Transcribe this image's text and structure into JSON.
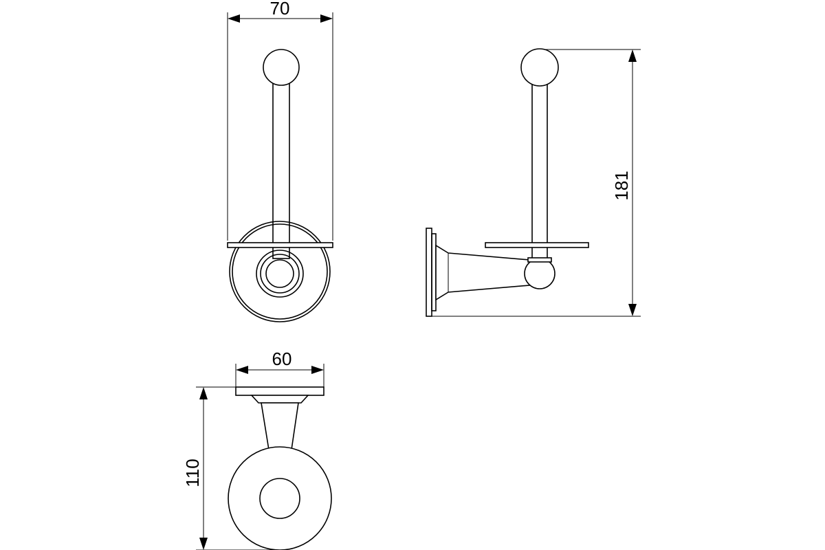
{
  "dimensions": {
    "front_width": "70",
    "side_height": "181",
    "top_width": "60",
    "top_depth": "110"
  },
  "colors": {
    "line": "#000000",
    "background": "#ffffff"
  }
}
